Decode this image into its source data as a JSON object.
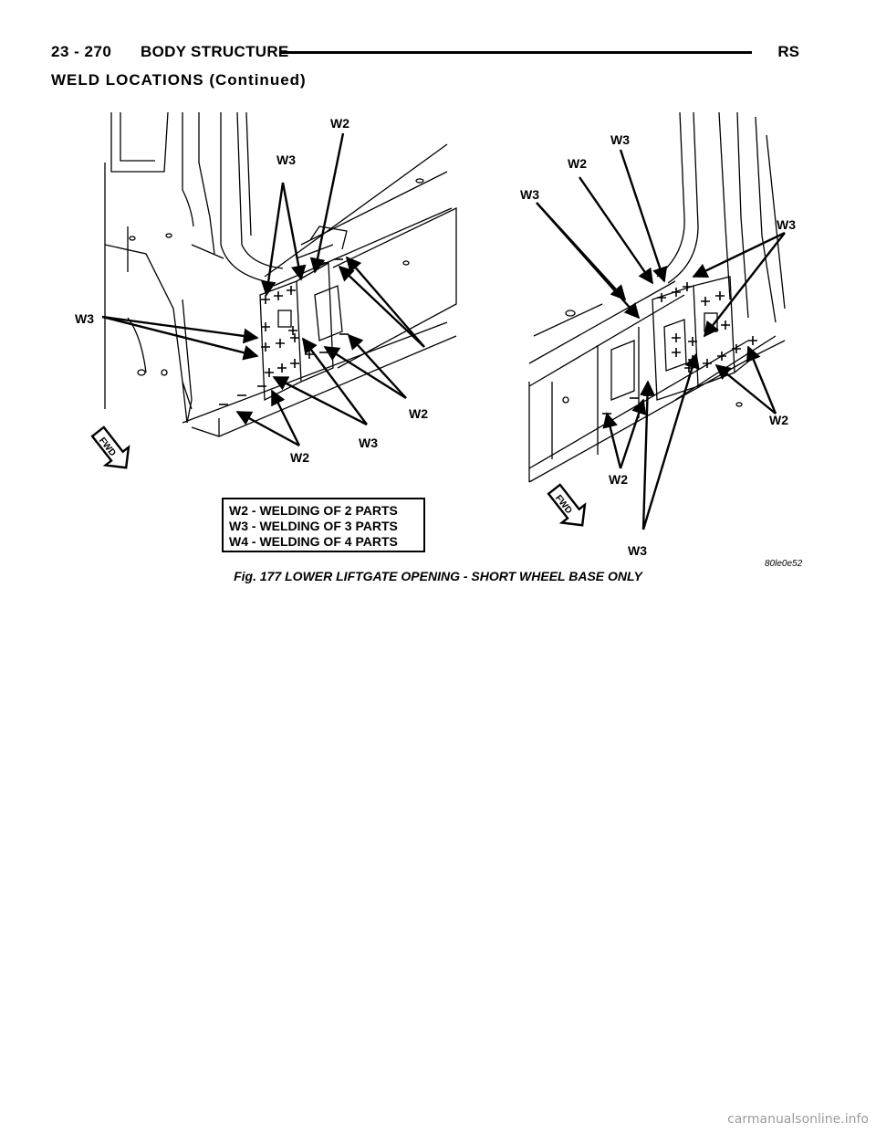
{
  "header": {
    "page_number": "23 - 270",
    "section_title": "BODY STRUCTURE",
    "model_code": "RS"
  },
  "section_heading": "WELD LOCATIONS (Continued)",
  "figure": {
    "callouts_left": {
      "w2_top": "W2",
      "w3_top": "W3",
      "w3_left": "W3",
      "w2_right": "W2",
      "w3_bottom": "W3",
      "w2_bottom": "W2",
      "fwd": "FWD"
    },
    "callouts_right": {
      "w3_top": "W3",
      "w2_top": "W2",
      "w3_left": "W3",
      "w3_right": "W3",
      "w2_right": "W2",
      "w2_bottom": "W2",
      "w3_bottom": "W3",
      "fwd": "FWD"
    },
    "legend": [
      "W2 - WELDING OF 2 PARTS",
      "W3 - WELDING OF 3 PARTS",
      "W4 - WELDING OF 4 PARTS"
    ],
    "figure_code": "80le0e52",
    "caption": "Fig. 177 LOWER LIFTGATE OPENING - SHORT WHEEL BASE ONLY"
  },
  "watermark": "carmanualsonline.info"
}
